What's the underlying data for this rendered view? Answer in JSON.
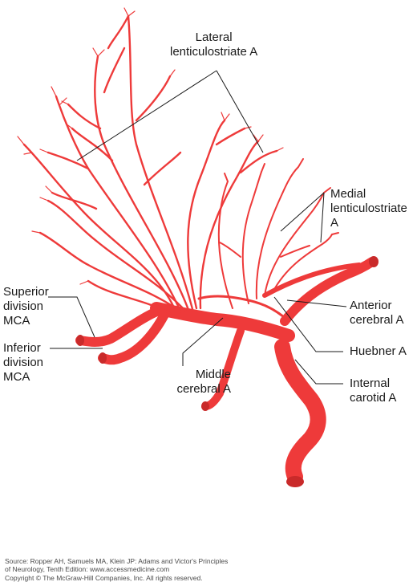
{
  "labels": {
    "lateral_lenticulostriate": [
      "Lateral",
      "lenticulostriate A"
    ],
    "medial_lenticulostriate": [
      "Medial",
      "lenticulostriate",
      "A"
    ],
    "superior_division": [
      "Superior",
      "division",
      "MCA"
    ],
    "inferior_division": [
      "Inferior",
      "division",
      "MCA"
    ],
    "middle_cerebral": [
      "Middle",
      "cerebral A"
    ],
    "anterior_cerebral": [
      "Anterior",
      "cerebral A"
    ],
    "huebner": "Huebner A",
    "internal_carotid": [
      "Internal",
      "carotid A"
    ]
  },
  "source": {
    "line1": "Source: Ropper AH, Samuels MA, Klein JP: Adams and Victor's Principles",
    "line2": "of Neurology, Tenth Edition: www.accessmedicine.com"
  },
  "copyright": "Copyright © The McGraw-Hill Companies, Inc. All rights reserved.",
  "colors": {
    "artery": "#ee3a3a",
    "artery_dark": "#c92a2a",
    "leader": "#1a1a1a"
  }
}
